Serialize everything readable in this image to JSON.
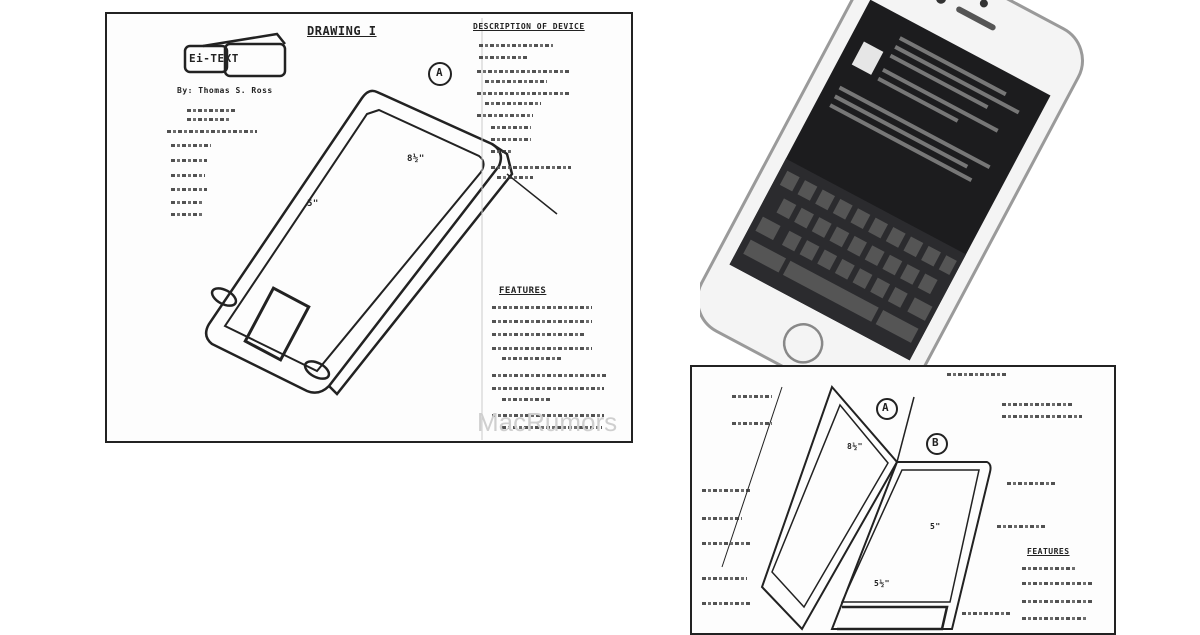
{
  "drawing_one": {
    "title": "DRAWING I",
    "logo_text": "Ei-TEXT",
    "author": "By: Thomas S. Ross",
    "description_heading": "DESCRIPTION OF DEVICE",
    "features_heading": "FEATURES",
    "label_a": "A",
    "dimension_width": "8½\"",
    "dimension_height": "5\"",
    "watermark": "MacRumors"
  },
  "drawing_two": {
    "label_a": "A",
    "label_b": "B",
    "features_heading": "FEATURES",
    "dimension_height": "8½\"",
    "dimension_screen": "5\"",
    "dimension_width": "5½\""
  },
  "colors": {
    "ink": "#222222",
    "phone_screen": "#1c1c1e",
    "phone_body": "#f4f4f4"
  }
}
